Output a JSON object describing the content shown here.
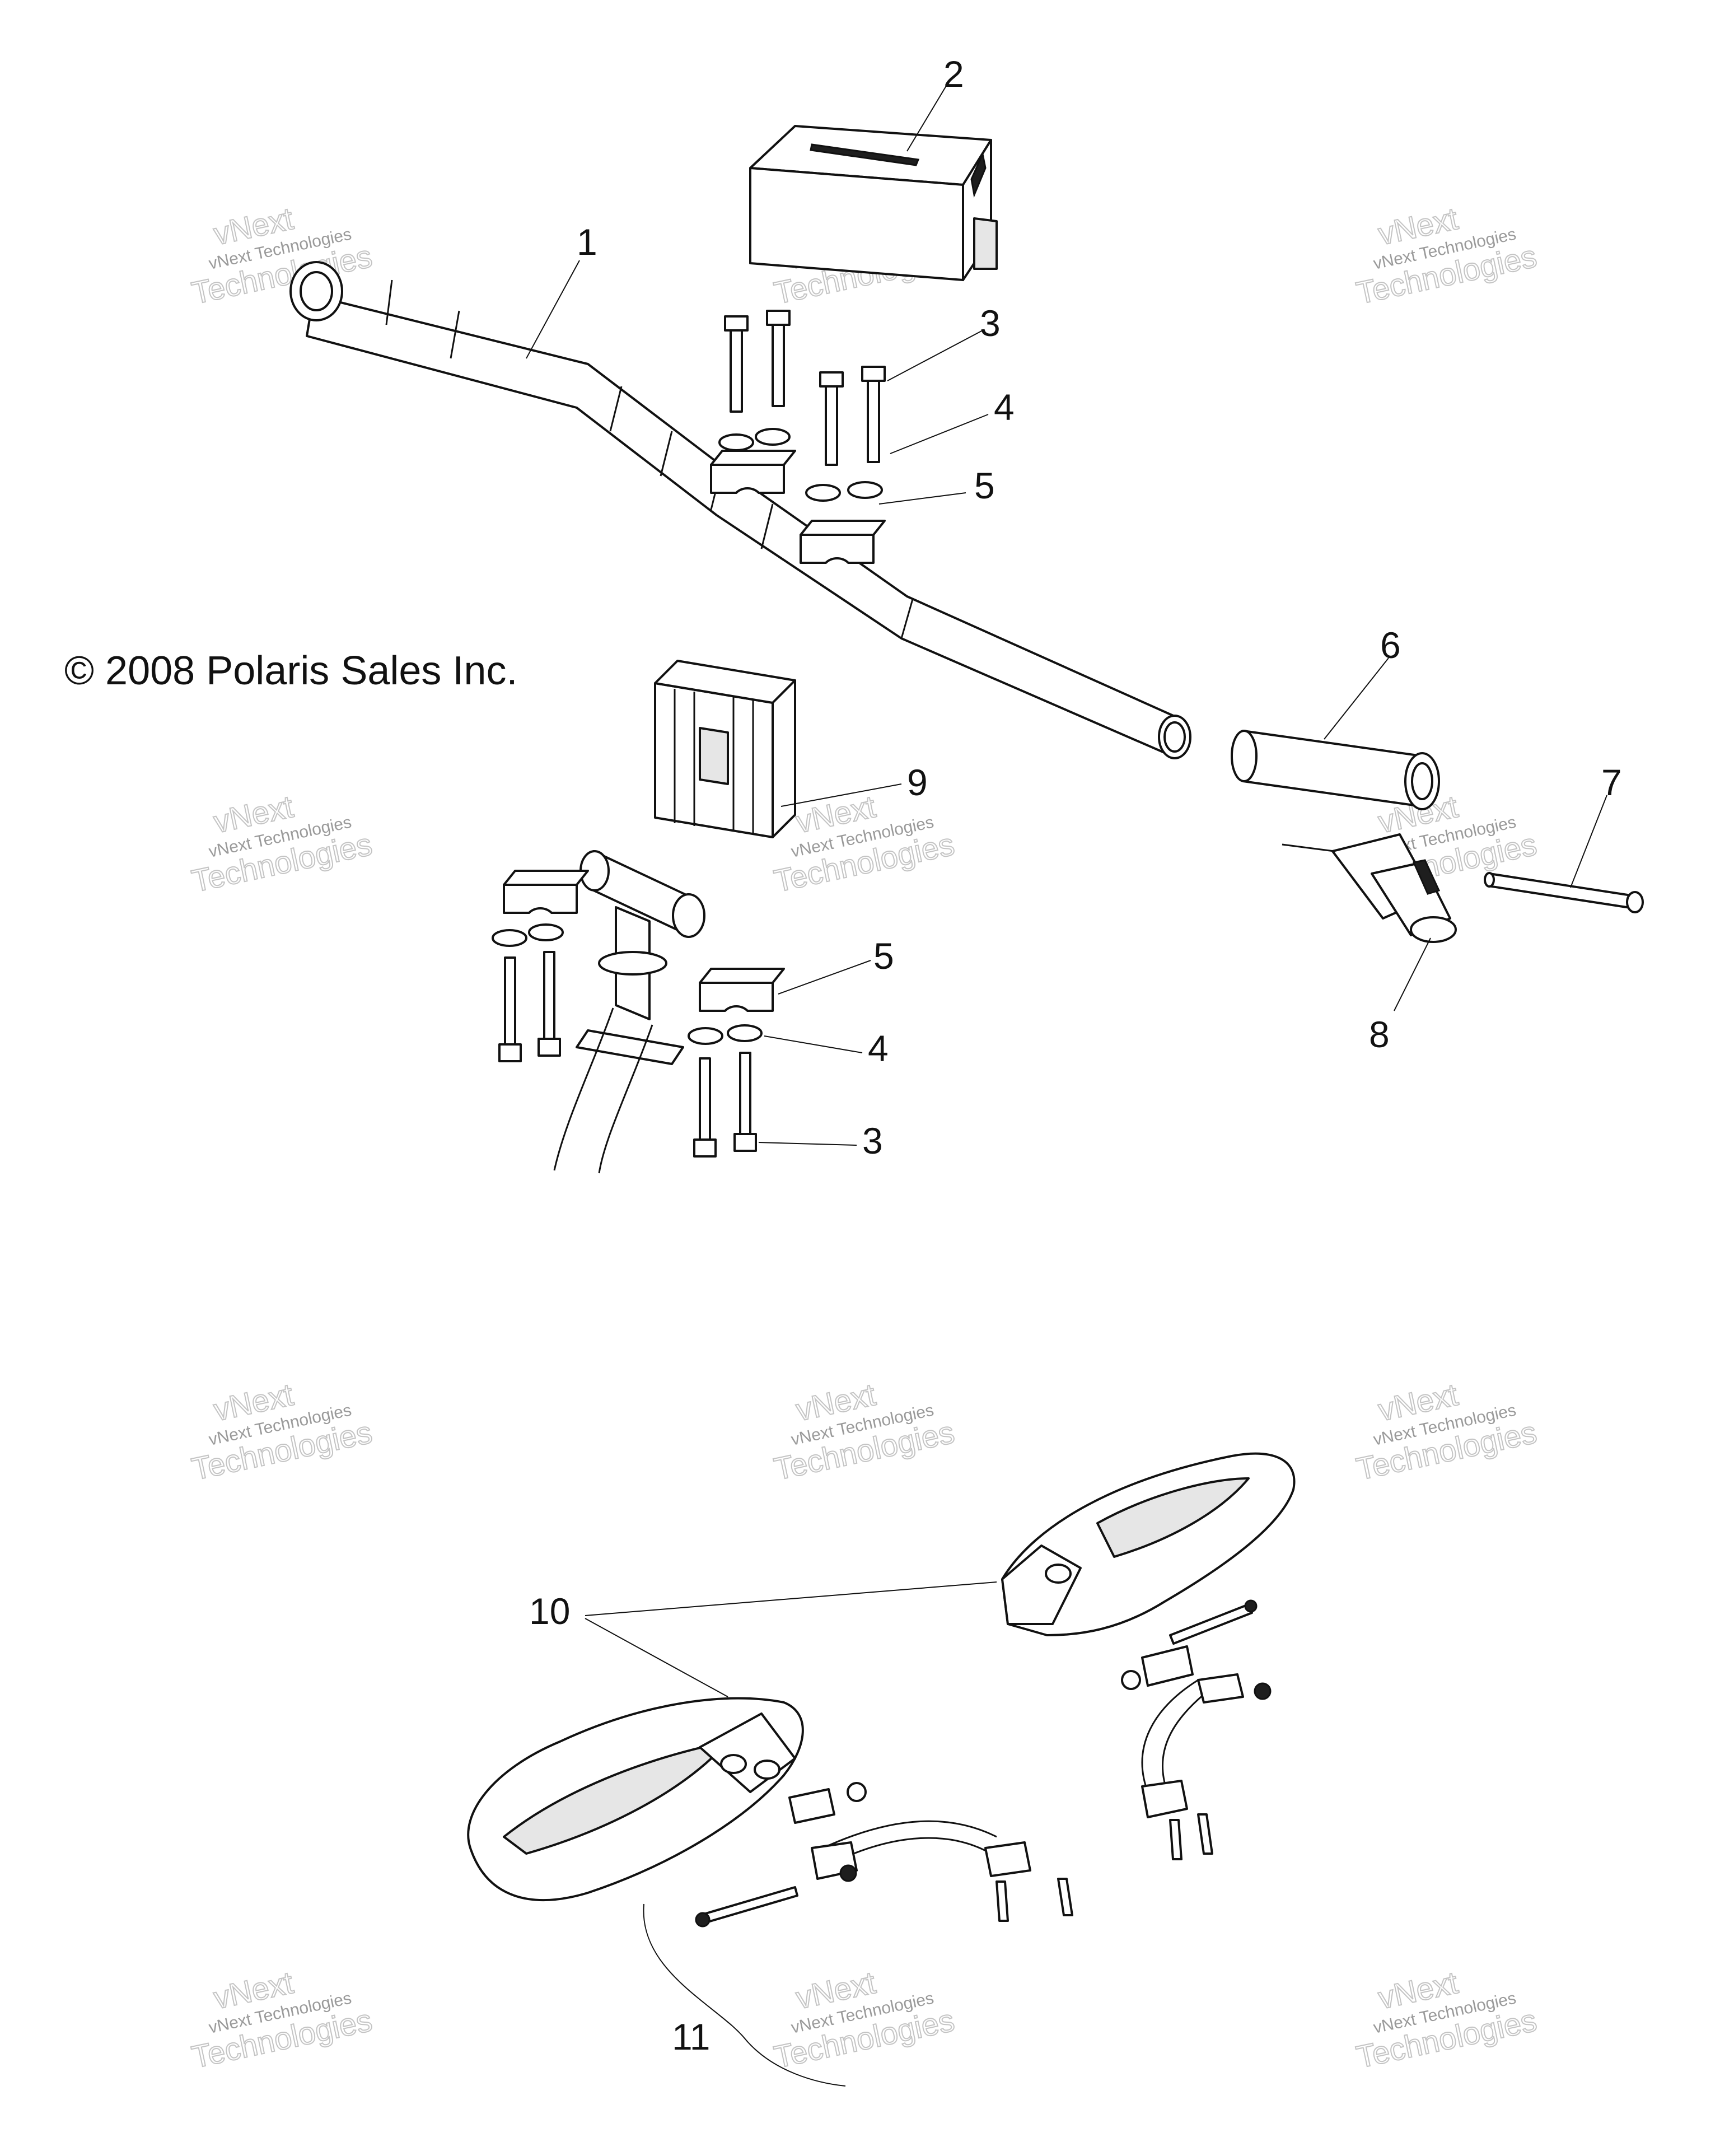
{
  "copyright": "© 2008 Polaris Sales Inc.",
  "callouts": {
    "c1": "1",
    "c2": "2",
    "c3a": "3",
    "c4a": "4",
    "c5a": "5",
    "c6": "6",
    "c7": "7",
    "c8": "8",
    "c9": "9",
    "c5b": "5",
    "c4b": "4",
    "c3b": "3",
    "c10": "10",
    "c11": "11"
  },
  "watermark": {
    "brand": "vNext",
    "line": "vNext Technologies",
    "big": "Technologies"
  },
  "colors": {
    "line": "#111111",
    "watermark": "#9a9a9a"
  }
}
